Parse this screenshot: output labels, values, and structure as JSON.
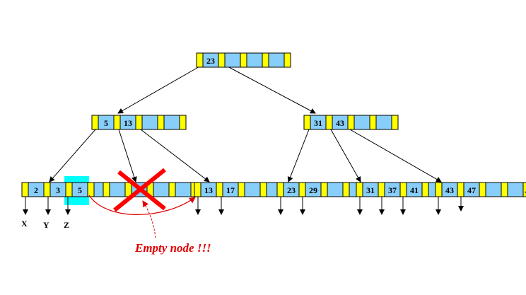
{
  "colors": {
    "pointer_cell": "#ffff00",
    "key_cell": "#87cefa",
    "highlight": "#00ffff",
    "annotation": "#e00000",
    "cross": "#ff0000",
    "edge": "#000000"
  },
  "tree": {
    "root": {
      "keys": [
        "23",
        "",
        "",
        ""
      ]
    },
    "internal_left": {
      "keys": [
        "5",
        "13",
        "",
        ""
      ]
    },
    "internal_right": {
      "keys": [
        "31",
        "43",
        "",
        ""
      ]
    },
    "leaves": [
      {
        "keys": [
          "2",
          "3",
          "5",
          ""
        ]
      },
      {
        "keys": [
          "",
          "",
          "",
          ""
        ],
        "deleted": true
      },
      {
        "keys": [
          "13",
          "17",
          "",
          ""
        ]
      },
      {
        "keys": [
          "23",
          "29",
          "",
          ""
        ]
      },
      {
        "keys": [
          "31",
          "37",
          "41",
          ""
        ]
      },
      {
        "keys": [
          "43",
          "47",
          "",
          ""
        ],
        "last_pointer": "/"
      }
    ]
  },
  "record_labels": [
    "X",
    "Y",
    "Z"
  ],
  "annotation": {
    "text": "Empty node !!!"
  }
}
